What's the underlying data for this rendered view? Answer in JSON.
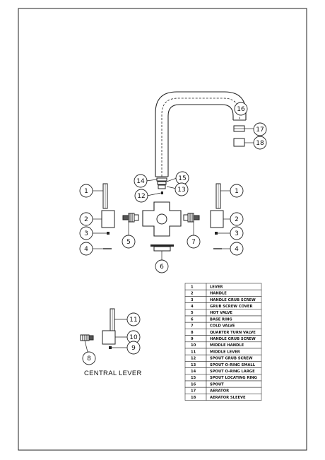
{
  "title_caption": "CENTRAL LEVER",
  "callouts": {
    "c1a": "1",
    "c1b": "1",
    "c2a": "2",
    "c2b": "2",
    "c3a": "3",
    "c3b": "3",
    "c4a": "4",
    "c4b": "4",
    "c5": "5",
    "c6": "6",
    "c7": "7",
    "c8": "8",
    "c9": "9",
    "c10": "10",
    "c11": "11",
    "c12": "12",
    "c13": "13",
    "c14": "14",
    "c15": "15",
    "c16": "16",
    "c17": "17",
    "c18": "18"
  },
  "parts_table": [
    {
      "no": "1",
      "name": "LEVER"
    },
    {
      "no": "2",
      "name": "HANDLE"
    },
    {
      "no": "3",
      "name": "HANDLE GRUB SCREW"
    },
    {
      "no": "4",
      "name": "GRUB SCREW COVER"
    },
    {
      "no": "5",
      "name": "HOT VALVE"
    },
    {
      "no": "6",
      "name": "BASE RING"
    },
    {
      "no": "7",
      "name": "COLD VALVE"
    },
    {
      "no": "8",
      "name": "QUARTER TURN VALVE"
    },
    {
      "no": "9",
      "name": "HANDLE GRUB SCREW"
    },
    {
      "no": "10",
      "name": "MIDDLE HANDLE"
    },
    {
      "no": "11",
      "name": "MIDDLE LEVER"
    },
    {
      "no": "12",
      "name": "SPOUT GRUB SCREW"
    },
    {
      "no": "13",
      "name": "SPOUT O-RING SMALL"
    },
    {
      "no": "14",
      "name": "SPOUT O-RING LARGE"
    },
    {
      "no": "15",
      "name": "SPOUT LOCATING RING"
    },
    {
      "no": "16",
      "name": "SPOUT"
    },
    {
      "no": "17",
      "name": "AERATOR"
    },
    {
      "no": "18",
      "name": "AERATOR SLEEVE"
    }
  ]
}
